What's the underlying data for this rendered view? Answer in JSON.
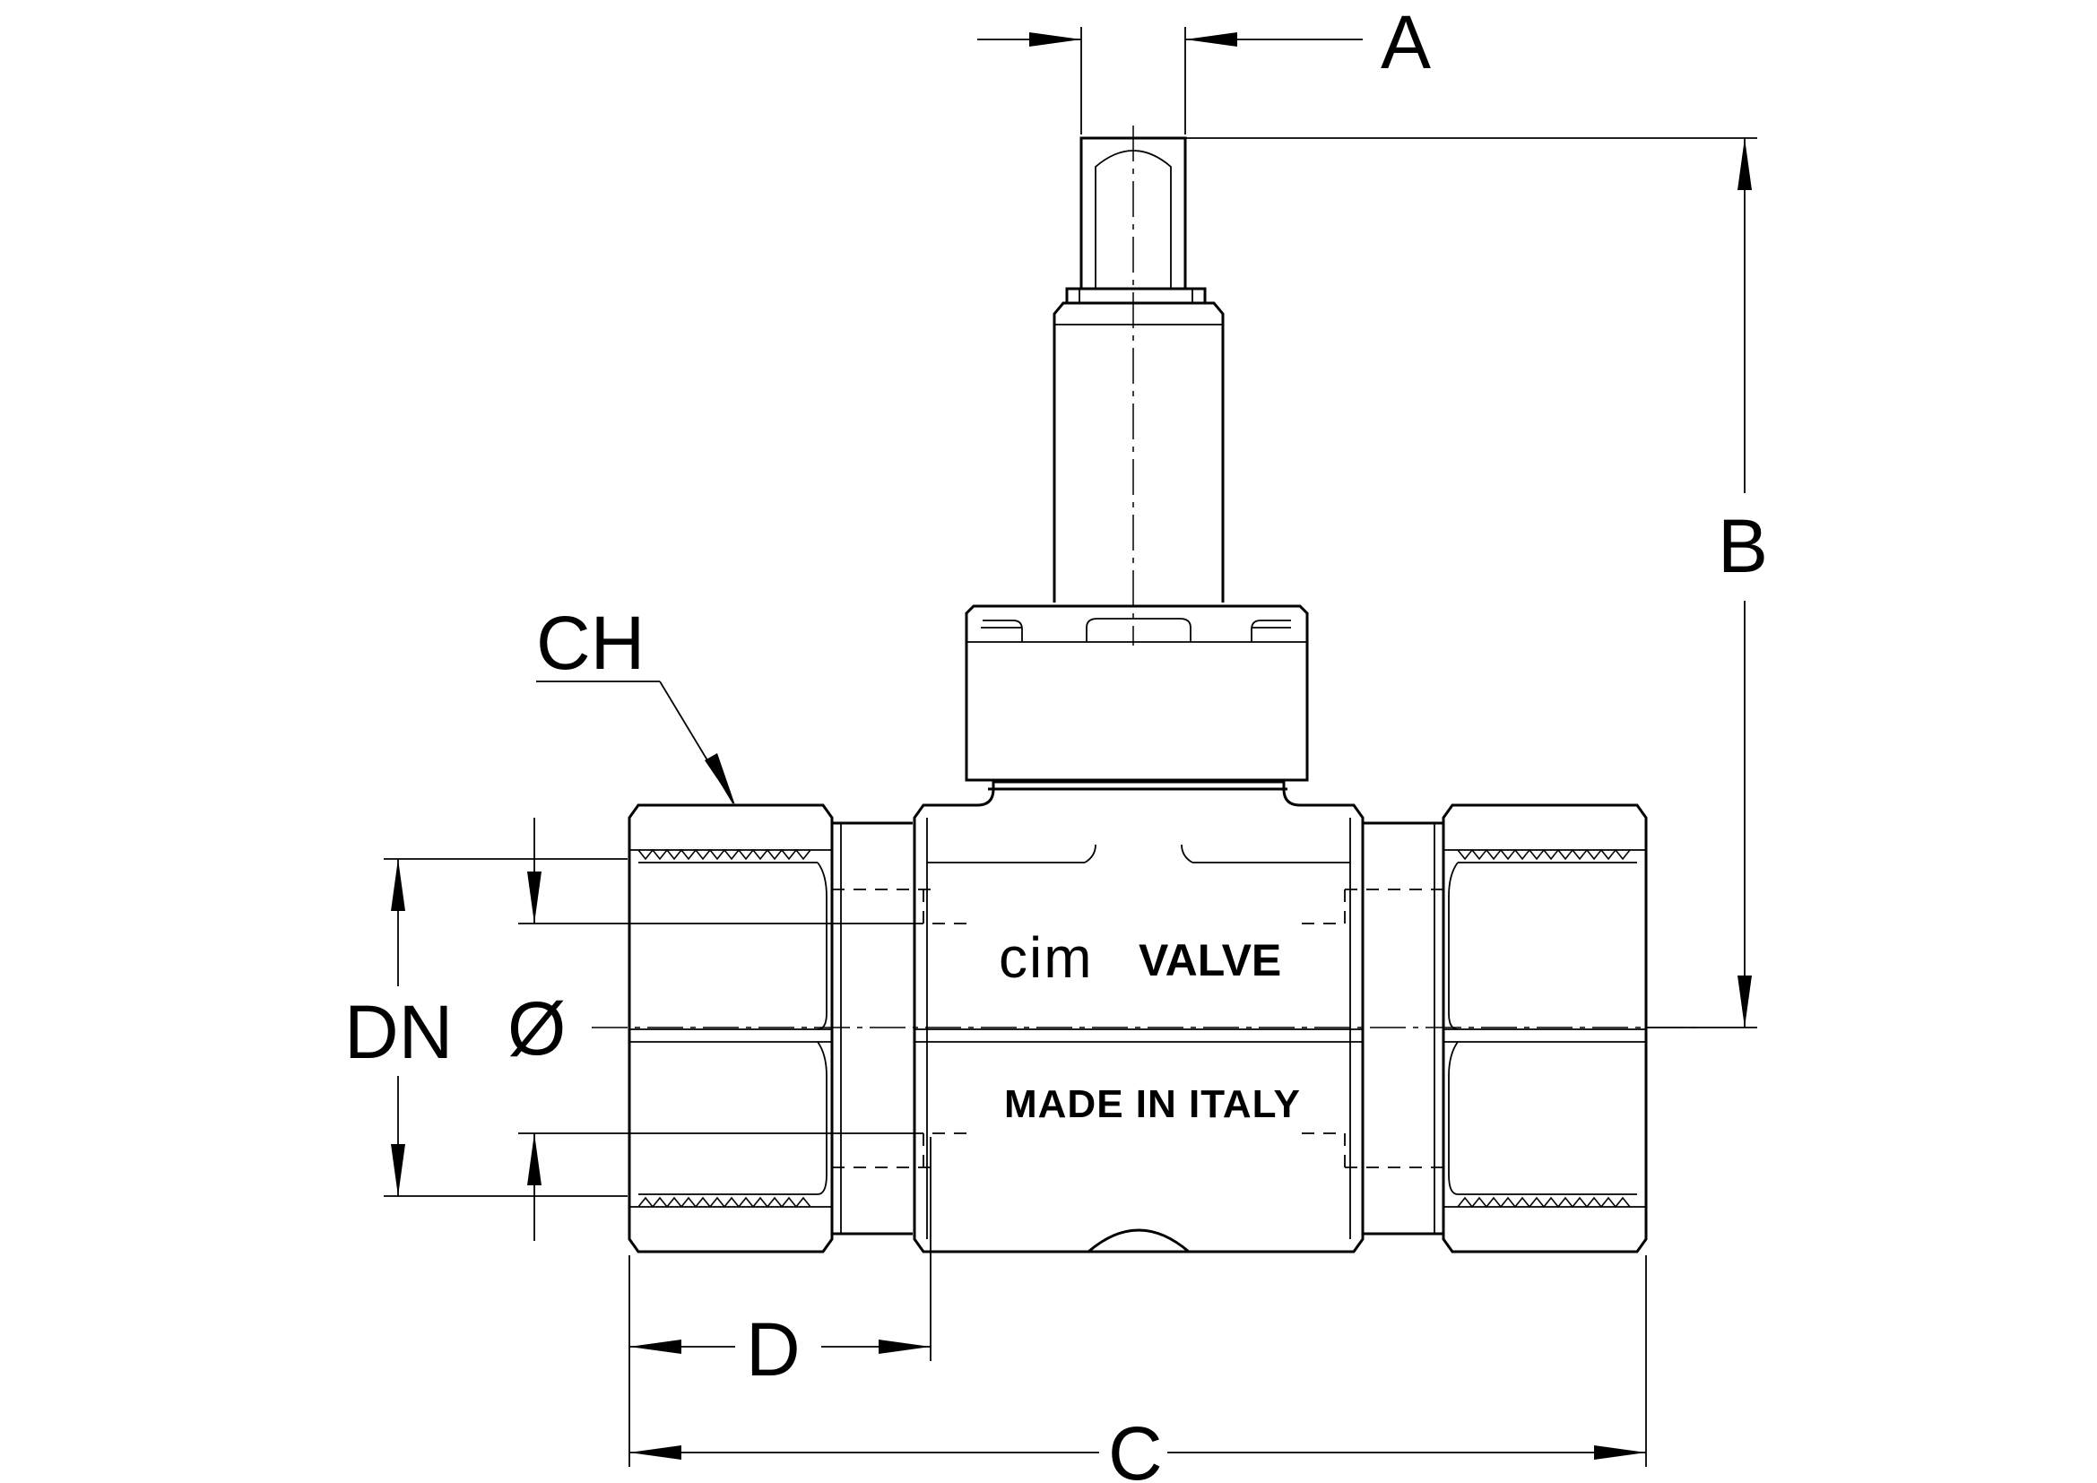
{
  "dimensions": {
    "a": "A",
    "b": "B",
    "c": "C",
    "d": "D",
    "ch": "CH",
    "dn": "DN",
    "diameter": "Ø"
  },
  "body_markings": {
    "brand_logo": "cim",
    "brand_word": "VALVE",
    "origin": "MADE IN ITALY"
  }
}
